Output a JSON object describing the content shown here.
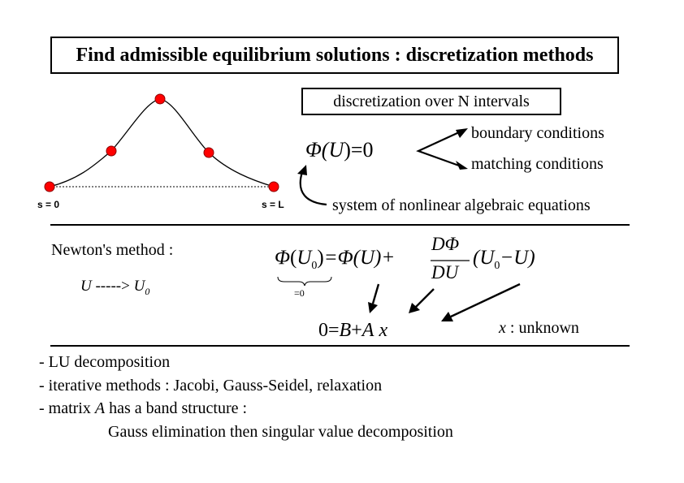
{
  "title": "Find admissible equilibrium solutions : discretization methods",
  "discretization_label": "discretization over N intervals",
  "curve": {
    "left_label": "s = 0",
    "right_label": "s = L"
  },
  "equation_top": {
    "phi_u_left": "Φ(",
    "phi_u_var": "U",
    "phi_u_right": ")=0",
    "branch_1": "boundary conditions",
    "branch_2": "matching conditions",
    "system_label": "system of nonlinear algebraic equations"
  },
  "newton": {
    "label": "Newton's method :",
    "mapping_from": "U",
    "mapping_arrow": " -----> ",
    "mapping_to": "U",
    "mapping_to_sub": "0",
    "eq_lhs_phi": "Φ",
    "eq_lhs_var": "U",
    "eq_lhs_sub": "0",
    "eq_rhs_1": "=Φ(U)+",
    "frac_num": "DΦ",
    "frac_den": "DU",
    "eq_rhs_2_open": "(U",
    "eq_rhs_2_sub": "0",
    "eq_rhs_2_close": "−U)",
    "underbrace_label": "=0",
    "linear_eq_zero": "0=",
    "linear_eq_B": "B",
    "linear_eq_plus": "+",
    "linear_eq_A": "A",
    "linear_eq_x": "x",
    "unknown_var": "x",
    "unknown_label": " : unknown"
  },
  "bullets": [
    "- LU decomposition",
    "- iterative methods : Jacobi, Gauss-Seidel, relaxation"
  ],
  "bullet_matrix_prefix": "- matrix ",
  "bullet_matrix_var": "A",
  "bullet_matrix_suffix": " has a band structure :",
  "bullet_matrix_detail": "Gauss elimination then singular value decomposition",
  "colors": {
    "node_fill": "#ff0000",
    "node_stroke": "#8b0000",
    "ink": "#000000"
  }
}
